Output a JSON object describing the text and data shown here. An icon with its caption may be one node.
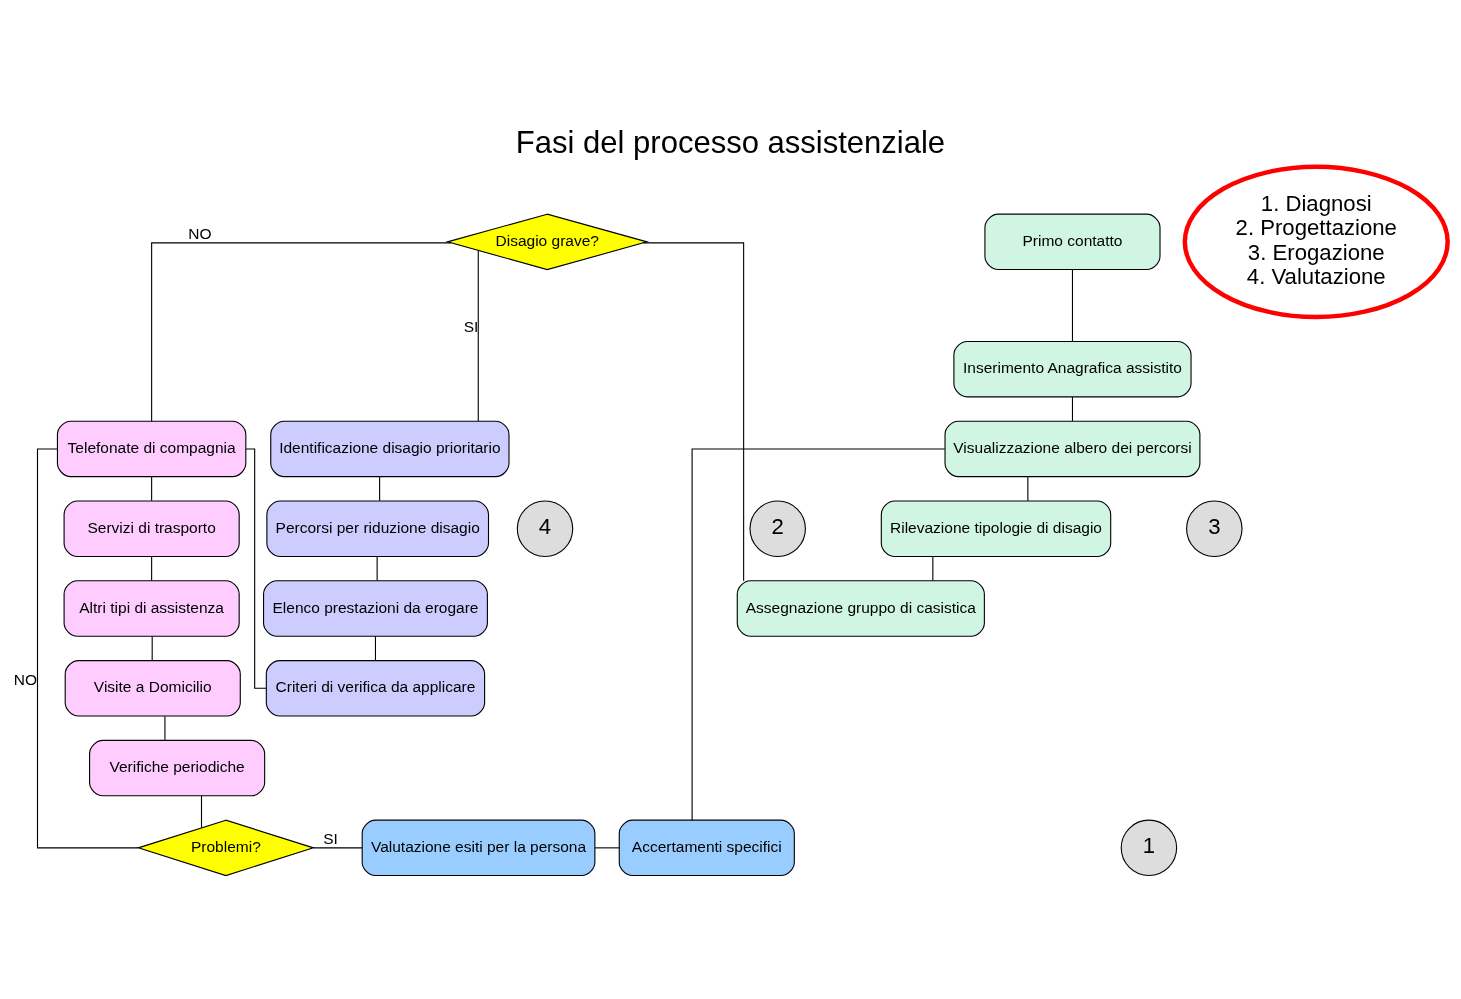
{
  "diagram": {
    "title": "Fasi del processo assistenziale",
    "nodes": [
      {
        "text": [
          "Primo contatto"
        ]
      },
      {
        "text": [
          "Inserimento Anagrafica assistito"
        ]
      },
      {
        "text": [
          "Visualizzazione albero dei percorsi"
        ]
      },
      {
        "text": [
          "Rilevazione tipologie di disagio"
        ]
      },
      {
        "text": [
          "Assegnazione gruppo di casistica"
        ]
      },
      {
        "text": [
          "Disagio grave?"
        ]
      },
      {
        "text": [
          "Identificazione disagio prioritario"
        ]
      },
      {
        "text": [
          "Percorsi per riduzione disagio"
        ]
      },
      {
        "text": [
          "Elenco prestazioni da erogare"
        ]
      },
      {
        "text": [
          "Criteri di verifica da applicare"
        ]
      },
      {
        "text": [
          "Telefonate di compagnia"
        ]
      },
      {
        "text": [
          "Servizi di trasporto"
        ]
      },
      {
        "text": [
          "Altri tipi di assistenza"
        ]
      },
      {
        "text": [
          "Visite a Domicilio"
        ]
      },
      {
        "text": [
          "Verifiche periodiche"
        ]
      },
      {
        "text": [
          "Problemi?"
        ]
      },
      {
        "text": [
          "Valutazione esiti per la persona"
        ]
      },
      {
        "text": [
          "Accertamenti specifici"
        ]
      },
      {
        "text": [
          "1. Diagnosi",
          "2. Progettazione",
          "3. Erogazione",
          "4. Valutazione"
        ]
      },
      {
        "text": [
          "1"
        ]
      },
      {
        "text": [
          "2"
        ]
      },
      {
        "text": [
          "3"
        ]
      },
      {
        "text": [
          "4"
        ]
      }
    ],
    "edges": [
      {
        "from": 0,
        "to": 1,
        "arrow": "none"
      },
      {
        "from": 1,
        "to": 2,
        "arrow": "none"
      },
      {
        "from": 2,
        "to": 3,
        "arrow": "none"
      },
      {
        "from": 3,
        "to": 4,
        "arrow": "none"
      },
      {
        "from": 4,
        "to": 5,
        "arrow": "none"
      },
      {
        "from": 5,
        "to": 6,
        "arrow": "none",
        "label": "SI"
      },
      {
        "from": 5,
        "to": 10,
        "arrow": "none",
        "label": "NO"
      },
      {
        "from": 6,
        "to": 7,
        "arrow": "none"
      },
      {
        "from": 7,
        "to": 8,
        "arrow": "none"
      },
      {
        "from": 8,
        "to": 9,
        "arrow": "none"
      },
      {
        "from": 9,
        "to": 10,
        "arrow": "none"
      },
      {
        "from": 10,
        "to": 11,
        "arrow": "none"
      },
      {
        "from": 11,
        "to": 12,
        "arrow": "none"
      },
      {
        "from": 12,
        "to": 13,
        "arrow": "none"
      },
      {
        "from": 13,
        "to": 14,
        "arrow": "none"
      },
      {
        "from": 14,
        "to": 15,
        "arrow": "none"
      },
      {
        "from": 15,
        "to": 10,
        "arrow": "none",
        "label": "NO"
      },
      {
        "from": 15,
        "to": 16,
        "arrow": "none",
        "label": "SI"
      },
      {
        "from": 16,
        "to": 17,
        "arrow": "none"
      },
      {
        "from": 17,
        "to": 2,
        "arrow": "none"
      }
    ]
  }
}
